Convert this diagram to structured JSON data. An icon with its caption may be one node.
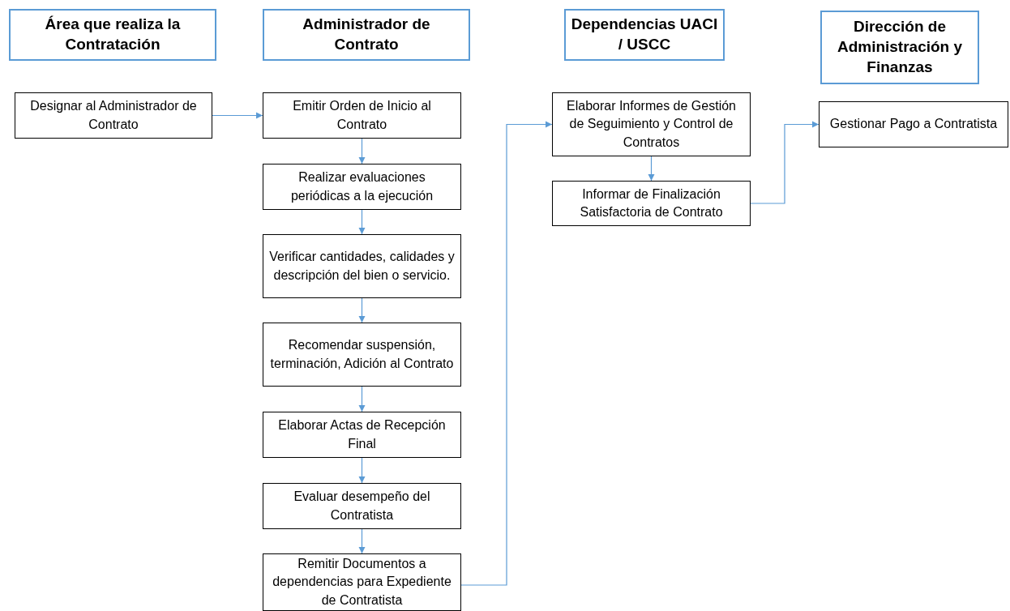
{
  "diagram": {
    "nodes": [
      {
        "text": [
          "Área que realiza la Contratación"
        ]
      },
      {
        "text": [
          "Administrador de Contrato"
        ]
      },
      {
        "text": [
          "Dependencias UACI / USCC"
        ]
      },
      {
        "text": [
          "Dirección de Administración y Finanzas"
        ]
      },
      {
        "text": [
          "Designar al Administrador de Contrato"
        ]
      },
      {
        "text": [
          "Emitir Orden de Inicio al Contrato"
        ]
      },
      {
        "text": [
          "Realizar evaluaciones periódicas a la ejecución"
        ]
      },
      {
        "text": [
          "Verificar cantidades, calidades y descripción del bien o servicio."
        ]
      },
      {
        "text": [
          "Recomendar suspensión, terminación, Adición al Contrato"
        ]
      },
      {
        "text": [
          "Elaborar Actas de Recepción Final"
        ]
      },
      {
        "text": [
          "Evaluar desempeño del Contratista"
        ]
      },
      {
        "text": [
          "Remitir Documentos a dependencias para Expediente de Contratista"
        ]
      },
      {
        "text": [
          "Elaborar Informes de Gestión de Seguimiento y Control de Contratos"
        ]
      },
      {
        "text": [
          "Informar de Finalización Satisfactoria de Contrato"
        ]
      },
      {
        "text": [
          "Gestionar Pago a Contratista"
        ]
      }
    ],
    "edges": [
      {
        "from": 4,
        "to": 5,
        "arrow": "to"
      },
      {
        "from": 5,
        "to": 6,
        "arrow": "to"
      },
      {
        "from": 6,
        "to": 7,
        "arrow": "to"
      },
      {
        "from": 7,
        "to": 8,
        "arrow": "to"
      },
      {
        "from": 8,
        "to": 9,
        "arrow": "to"
      },
      {
        "from": 9,
        "to": 10,
        "arrow": "to"
      },
      {
        "from": 10,
        "to": 11,
        "arrow": "to"
      },
      {
        "from": 11,
        "to": 12,
        "arrow": "to"
      },
      {
        "from": 12,
        "to": 13,
        "arrow": "to"
      },
      {
        "from": 13,
        "to": 14,
        "arrow": "to"
      }
    ]
  }
}
